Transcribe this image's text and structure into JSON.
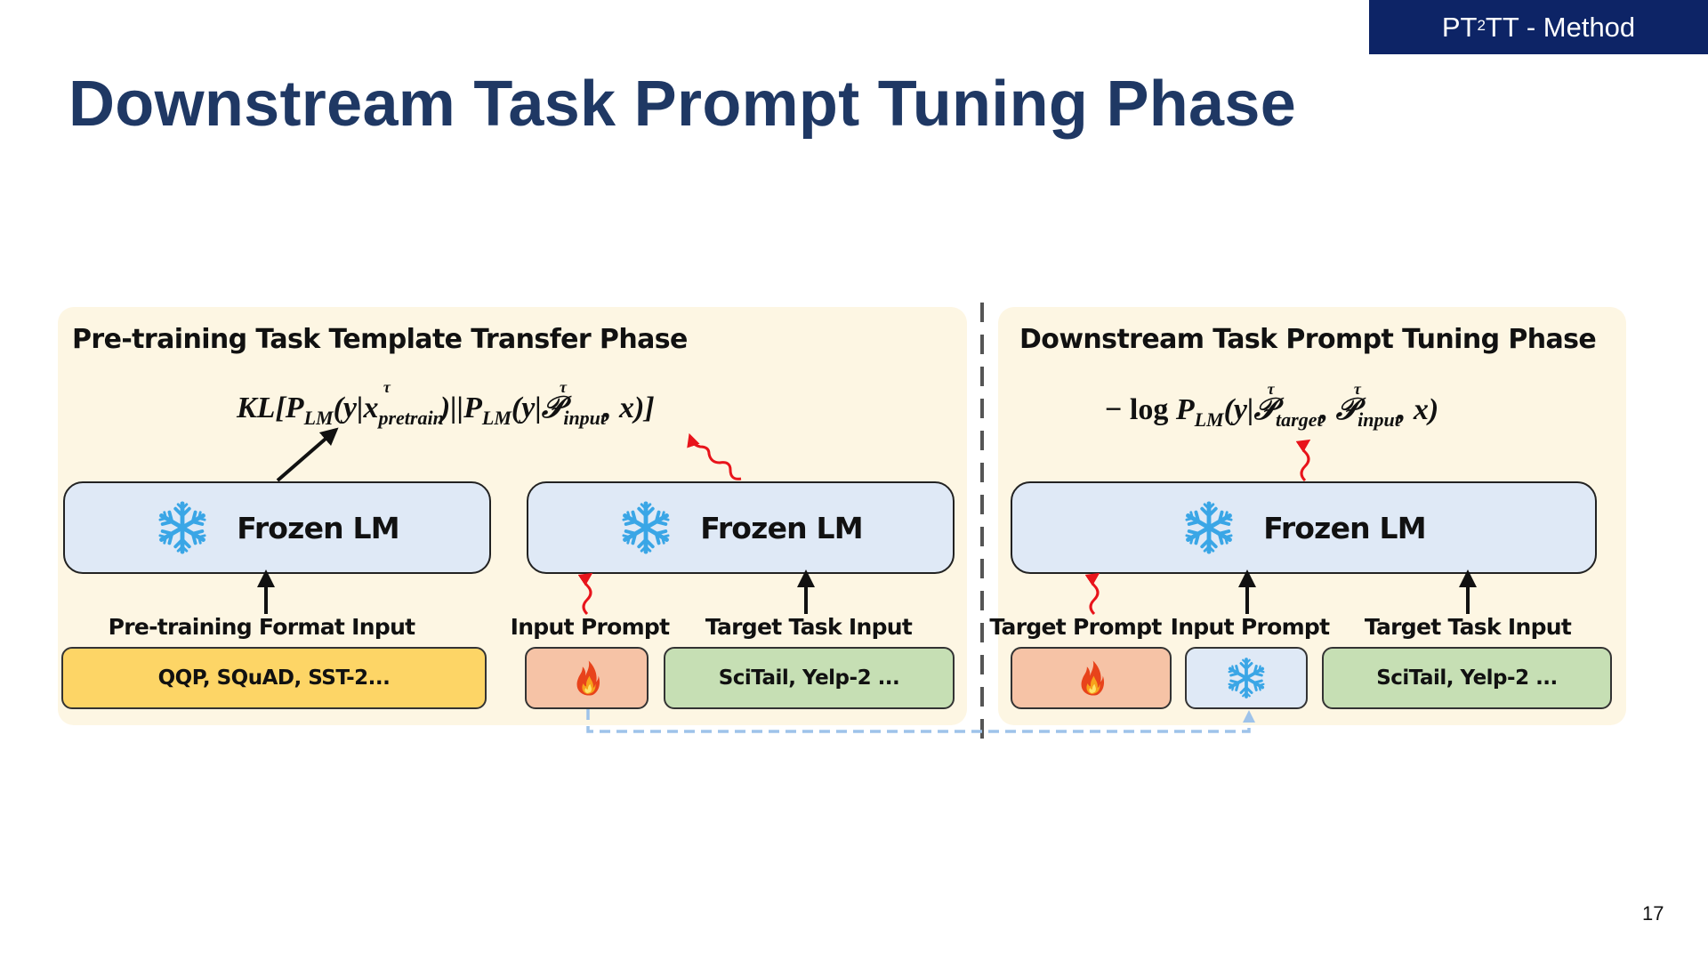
{
  "header": {
    "tag_prefix": "PT",
    "tag_sup": "2",
    "tag_suffix": "TT - Method",
    "title": "Downstream Task Prompt Tuning Phase"
  },
  "left_panel": {
    "title": "Pre-training Task Template Transfer Phase",
    "formula": "KL[P_LM(y|x^τ_pretrain)||P_LM(y|𝒫^τ_input, x)]",
    "lm_left": "Frozen LM",
    "lm_right": "Frozen LM",
    "label_format_input": "Pre-training Format Input",
    "label_input_prompt": "Input Prompt",
    "label_target_task_input": "Target Task Input",
    "box_datasets": "QQP, SQuAD, SST-2...",
    "box_target_data": "SciTail, Yelp-2 ..."
  },
  "right_panel": {
    "title": "Downstream Task Prompt Tuning Phase",
    "formula": "− log P_LM(y|𝒫^τ_target, 𝒫^τ_input, x)",
    "lm": "Frozen LM",
    "label_target_prompt": "Target Prompt",
    "label_input_prompt": "Input Prompt",
    "label_target_task_input": "Target Task Input",
    "box_target_data": "SciTail, Yelp-2 ..."
  },
  "icons": [
    "snowflake-icon",
    "fire-icon"
  ],
  "colors": {
    "title": "#1f3864",
    "tag_bg": "#0d2466",
    "panel_bg": "#fdf6e3",
    "lm_bg": "#dfe9f6",
    "dataset_yellow": "#fdd566",
    "prompt_salmon": "#f6c3a6",
    "task_green": "#c6dfb4",
    "trainable_arrow": "#e8141b",
    "transfer_dashed": "#9ec3ea"
  },
  "page_number": "17"
}
